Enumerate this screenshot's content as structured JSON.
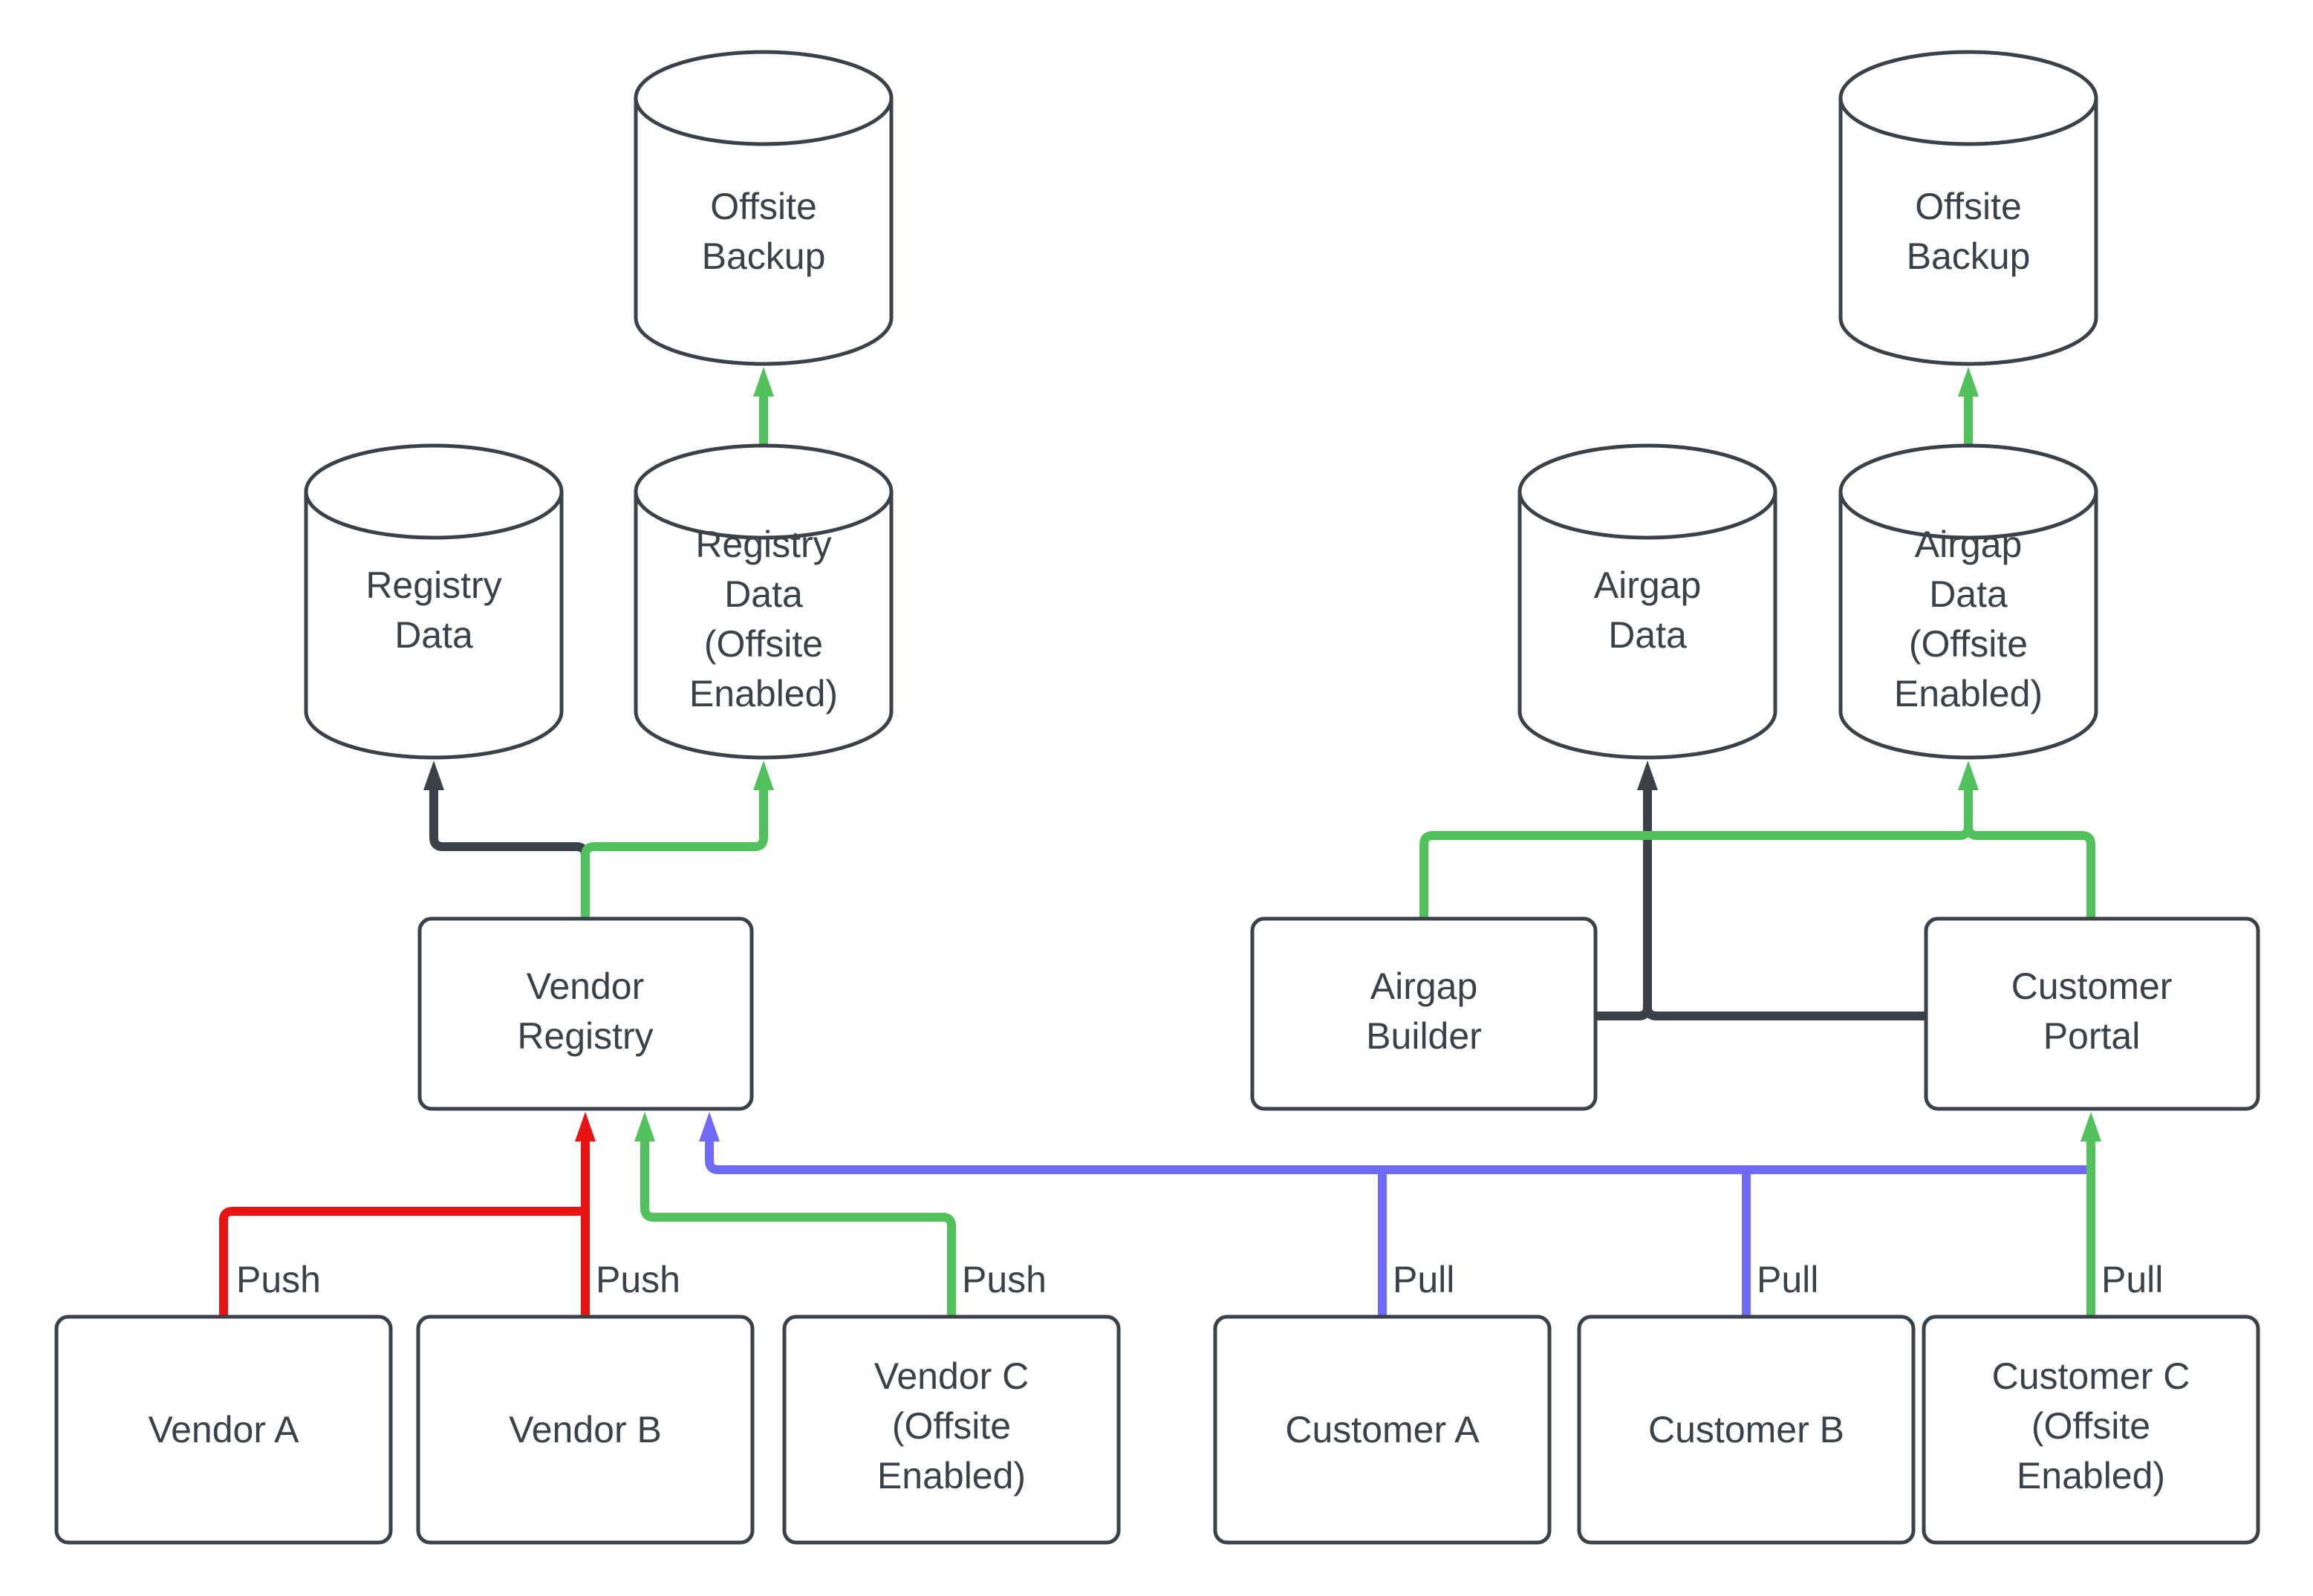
{
  "diagram": {
    "background": "#ffffff",
    "colors": {
      "dark": "#3a4149",
      "green": "#52c15c",
      "red": "#e81414",
      "blue": "#6f6af8",
      "node_fill": "#ffffff"
    },
    "nodes": {
      "offsite_backup_left": {
        "type": "cylinder",
        "lines": [
          "Offsite",
          "Backup"
        ]
      },
      "registry_data": {
        "type": "cylinder",
        "lines": [
          "Registry",
          "Data"
        ]
      },
      "registry_data_offsite": {
        "type": "cylinder",
        "lines": [
          "Registry",
          "Data",
          "(Offsite",
          "Enabled)"
        ]
      },
      "vendor_registry": {
        "type": "box",
        "lines": [
          "Vendor",
          "Registry"
        ]
      },
      "vendor_a": {
        "type": "box",
        "lines": [
          "Vendor A"
        ]
      },
      "vendor_b": {
        "type": "box",
        "lines": [
          "Vendor B"
        ]
      },
      "vendor_c": {
        "type": "box",
        "lines": [
          "Vendor C",
          "(Offsite",
          "Enabled)"
        ]
      },
      "offsite_backup_right": {
        "type": "cylinder",
        "lines": [
          "Offsite",
          "Backup"
        ]
      },
      "airgap_data": {
        "type": "cylinder",
        "lines": [
          "Airgap",
          "Data"
        ]
      },
      "airgap_data_offsite": {
        "type": "cylinder",
        "lines": [
          "Airgap",
          "Data",
          "(Offsite",
          "Enabled)"
        ]
      },
      "airgap_builder": {
        "type": "box",
        "lines": [
          "Airgap",
          "Builder"
        ]
      },
      "customer_portal": {
        "type": "box",
        "lines": [
          "Customer",
          "Portal"
        ]
      },
      "customer_a": {
        "type": "box",
        "lines": [
          "Customer A"
        ]
      },
      "customer_b": {
        "type": "box",
        "lines": [
          "Customer B"
        ]
      },
      "customer_c": {
        "type": "box",
        "lines": [
          "Customer C",
          "(Offsite",
          "Enabled)"
        ]
      }
    },
    "edge_labels": {
      "push_a": "Push",
      "push_b": "Push",
      "push_c": "Push",
      "pull_a": "Pull",
      "pull_b": "Pull",
      "pull_c": "Pull"
    }
  }
}
